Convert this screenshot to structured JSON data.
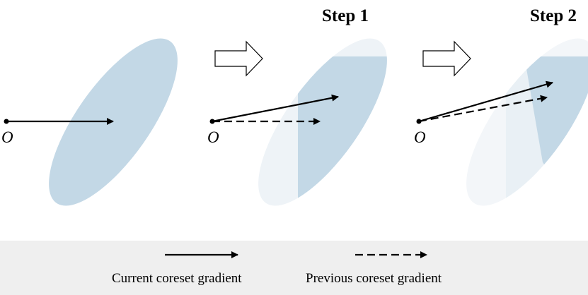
{
  "colors": {
    "ellipse_fill": "#c3d8e6",
    "ellipse_faded_step1": "#eef3f7",
    "ellipse_faded_step2": "#f3f6f9",
    "legend_background": "#efefef",
    "arrow_color": "#000000"
  },
  "panels": {
    "initial": {
      "title": "",
      "origin_label": "O"
    },
    "step1": {
      "title": "Step 1",
      "origin_label": "O"
    },
    "step2": {
      "title": "Step 2",
      "origin_label": "O"
    }
  },
  "legend": {
    "current_label": "Current coreset gradient",
    "previous_label": "Previous coreset gradient"
  },
  "icons": {
    "transition_arrow": "hollow-right-arrow-icon"
  }
}
